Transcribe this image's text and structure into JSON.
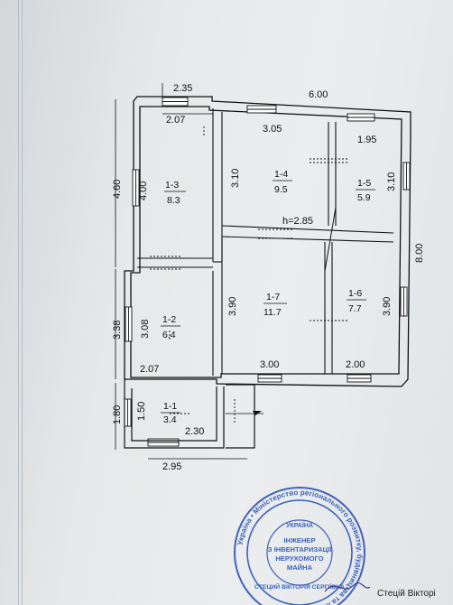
{
  "plan": {
    "dimensions": {
      "top_left_width": "2.35",
      "top_total_width": "6.00",
      "room_1_3_inner_top": "2.07",
      "room_1_4_inner_top": "3.05",
      "room_1_5_inner_top": "1.95",
      "left_upper_height": "4.60",
      "room_1_3_height": "4.00",
      "room_1_4_height": "3.10",
      "room_1_5_height": "3.10",
      "right_total_height": "8.00",
      "ceiling_height": "h=2.85",
      "room_1_7_height": "3.90",
      "room_1_6_height": "3.90",
      "left_middle_height": "3.38",
      "room_1_2_height": "3.08",
      "room_1_2_bottom": "2.07",
      "room_1_7_bottom": "3.00",
      "room_1_6_bottom": "2.00",
      "left_lower_height": "1.80",
      "room_1_1_height": "1.50",
      "room_1_1_width": "2.30",
      "bottom_width": "2.95"
    },
    "rooms": [
      {
        "id": "1-3",
        "area": "8.3"
      },
      {
        "id": "1-4",
        "area": "9.5"
      },
      {
        "id": "1-5",
        "area": "5.9"
      },
      {
        "id": "1-2",
        "area": "6.4"
      },
      {
        "id": "1-7",
        "area": "11.7"
      },
      {
        "id": "1-6",
        "area": "7.7"
      },
      {
        "id": "1-1",
        "area": "3.4"
      }
    ]
  },
  "stamp": {
    "top_text": "Україна • Міністерство регіонального розвитку, будівництва та ЖКГ",
    "center_lines": [
      "ІНЖЕНЕР",
      "З ІНВЕНТАРИЗАЦІЇ",
      "НЕРУХОМОГО",
      "МАЙНА"
    ],
    "name": "СТЕЦИЙ ВІКТОРІЯ СЕРГІЇВНА",
    "country": "УКРАЇНА"
  },
  "footer": {
    "signer": "Стецій Вікторі"
  },
  "colors": {
    "ink": "#111111",
    "stamp": "#2f57b8",
    "paper": "#e9ebec"
  }
}
